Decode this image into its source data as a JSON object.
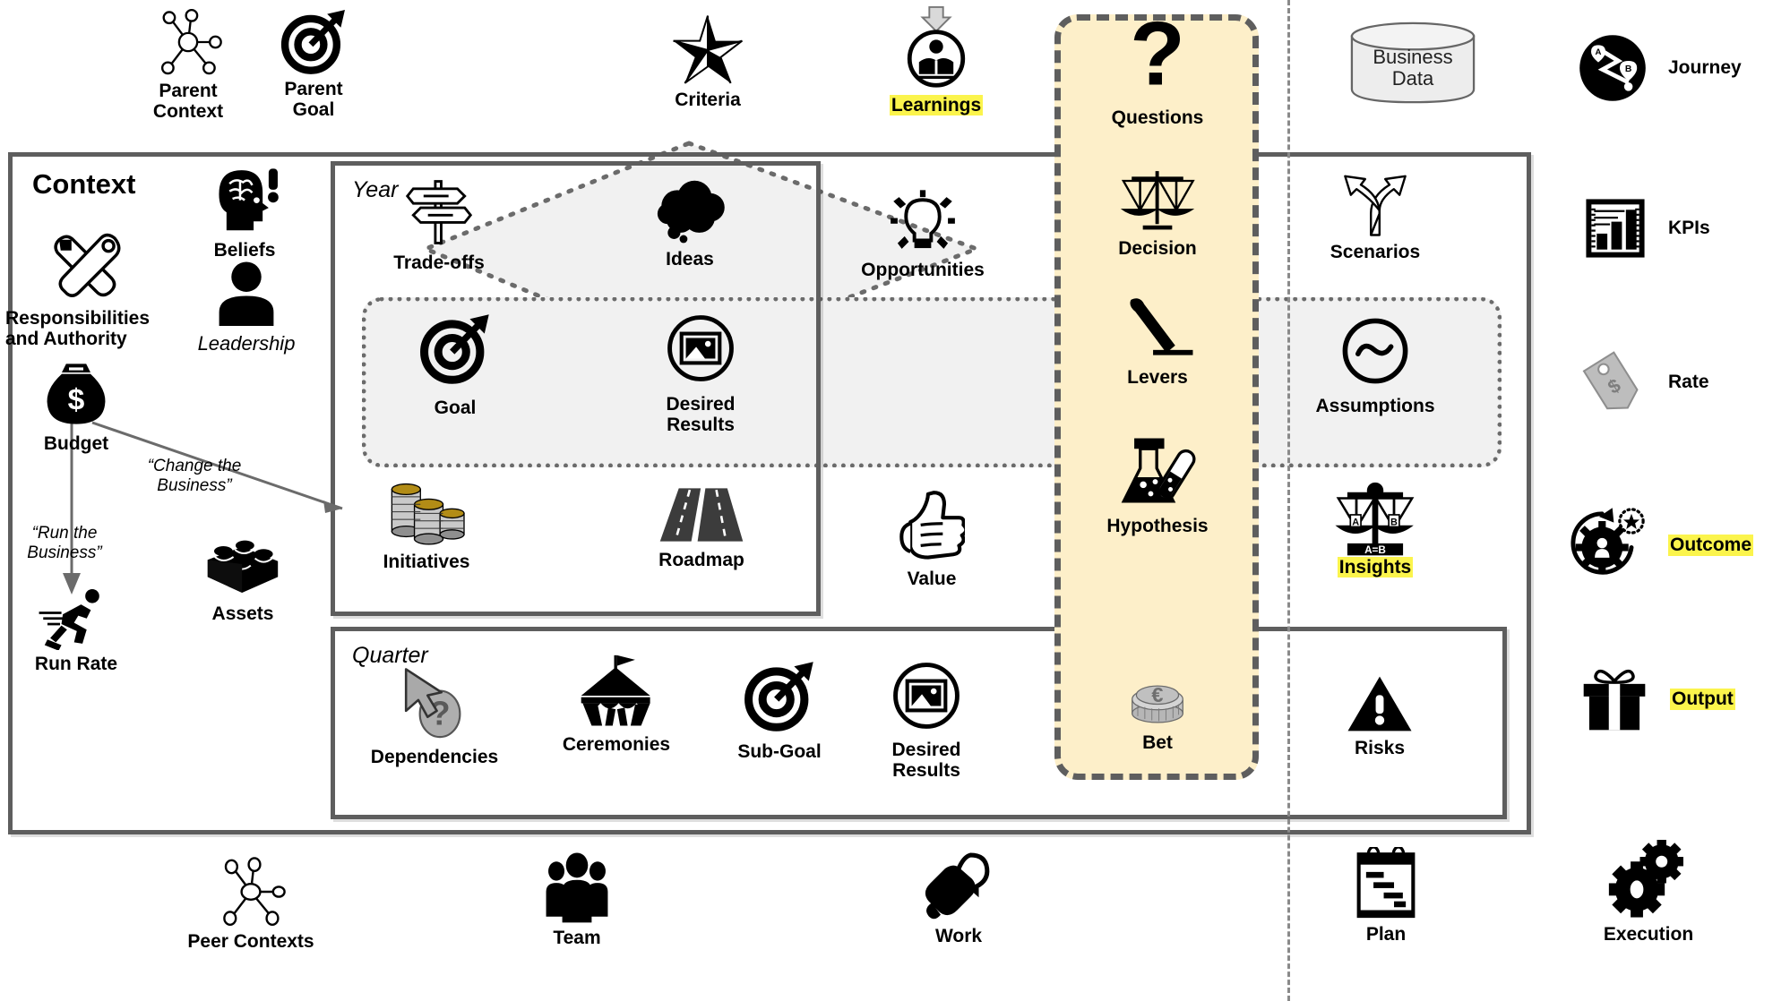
{
  "title": "Business Operating Model Concept Map",
  "colors": {
    "highlight": "#fbf44c",
    "yellow_column_fill": "#fdefc9",
    "yellow_column_border": "#5e5e5e",
    "frame_border": "#5e5e5e",
    "band_fill": "#f1f1f1",
    "band_border": "#6b6b6b",
    "divider": "#8a8a8a",
    "ink": "#000000"
  },
  "top_row": [
    {
      "id": "parent-context",
      "label": "Parent\nContext",
      "icon": "network-nodes-icon"
    },
    {
      "id": "parent-goal",
      "label": "Parent\nGoal",
      "icon": "target-arrow-icon"
    },
    {
      "id": "criteria",
      "label": "Criteria",
      "icon": "star-icon"
    },
    {
      "id": "learnings",
      "label": "Learnings",
      "icon": "person-reading-book-circle-icon",
      "highlight": true
    },
    {
      "id": "business-data",
      "label": "Business\nData",
      "icon": "database-cylinder-icon"
    }
  ],
  "main_frame": {
    "label": "Context"
  },
  "context_items": [
    {
      "id": "responsibilities",
      "label": "Responsibilities\nand Authority",
      "icon": "wrench-screwdriver-icon"
    },
    {
      "id": "beliefs",
      "label": "Beliefs",
      "icon": "head-brain-exclamation-icon"
    },
    {
      "id": "leadership",
      "label": "Leadership",
      "icon": "person-avatar-icon",
      "italic": true
    },
    {
      "id": "budget",
      "label": "Budget",
      "icon": "money-bag-icon"
    },
    {
      "id": "run-rate",
      "label": "Run Rate",
      "icon": "running-person-icon"
    },
    {
      "id": "assets",
      "label": "Assets",
      "icon": "lego-brick-icon"
    }
  ],
  "annotations": [
    {
      "id": "change-the-business",
      "text": "“Change the\nBusiness”"
    },
    {
      "id": "run-the-business",
      "text": "“Run the\nBusiness”"
    }
  ],
  "year_box": {
    "label": "Year"
  },
  "year_items": [
    {
      "id": "trade-offs",
      "label": "Trade-offs",
      "icon": "signpost-icon"
    },
    {
      "id": "ideas",
      "label": "Ideas",
      "icon": "thought-cloud-icon"
    },
    {
      "id": "goal",
      "label": "Goal",
      "icon": "target-arrow-icon"
    },
    {
      "id": "desired-results",
      "label": "Desired\nResults",
      "icon": "picture-frame-circle-icon"
    },
    {
      "id": "initiatives",
      "label": "Initiatives",
      "icon": "coin-stacks-icon"
    },
    {
      "id": "roadmap",
      "label": "Roadmap",
      "icon": "road-icon"
    }
  ],
  "quarter_box": {
    "label": "Quarter"
  },
  "quarter_items": [
    {
      "id": "dependencies",
      "label": "Dependencies",
      "icon": "cursor-question-icon"
    },
    {
      "id": "ceremonies",
      "label": "Ceremonies",
      "icon": "circus-tent-icon"
    },
    {
      "id": "sub-goal",
      "label": "Sub-Goal",
      "icon": "target-arrow-icon"
    },
    {
      "id": "desired-results-quarter",
      "label": "Desired\nResults",
      "icon": "picture-frame-circle-icon"
    }
  ],
  "middle_items": [
    {
      "id": "opportunities",
      "label": "Opportunities",
      "icon": "lightbulb-icon"
    },
    {
      "id": "value",
      "label": "Value",
      "icon": "thumbs-up-icon"
    }
  ],
  "yellow_column_items": [
    {
      "id": "questions",
      "label": "Questions",
      "icon": "question-mark-icon"
    },
    {
      "id": "decision",
      "label": "Decision",
      "icon": "balance-scale-icon"
    },
    {
      "id": "levers",
      "label": "Levers",
      "icon": "lever-icon"
    },
    {
      "id": "hypothesis",
      "label": "Hypothesis",
      "icon": "flask-test-tube-icon"
    },
    {
      "id": "bet",
      "label": "Bet",
      "icon": "euro-coin-stack-icon"
    }
  ],
  "right_inner_items": [
    {
      "id": "scenarios",
      "label": "Scenarios",
      "icon": "fork-arrows-icon"
    },
    {
      "id": "assumptions",
      "label": "Assumptions",
      "icon": "tilde-circle-icon"
    },
    {
      "id": "insights",
      "label": "Insights",
      "icon": "balance-scale-ab-icon",
      "highlight": true
    },
    {
      "id": "risks",
      "label": "Risks",
      "icon": "warning-triangle-icon"
    }
  ],
  "right_legend": [
    {
      "id": "journey",
      "label": "Journey",
      "icon": "journey-map-circle-icon"
    },
    {
      "id": "kpis",
      "label": "KPIs",
      "icon": "bar-chart-icon"
    },
    {
      "id": "rate",
      "label": "Rate",
      "icon": "price-tag-icon"
    },
    {
      "id": "outcome",
      "label": "Outcome",
      "icon": "gear-star-icon",
      "highlight": true
    },
    {
      "id": "output",
      "label": "Output",
      "icon": "gift-box-icon",
      "highlight": true
    }
  ],
  "bottom_row": [
    {
      "id": "peer-contexts",
      "label": "Peer Contexts",
      "icon": "network-nodes-icon"
    },
    {
      "id": "team",
      "label": "Team",
      "icon": "people-group-icon"
    },
    {
      "id": "work",
      "label": "Work",
      "icon": "plug-wrench-icon"
    },
    {
      "id": "plan",
      "label": "Plan",
      "icon": "gantt-clipboard-icon"
    },
    {
      "id": "execution",
      "label": "Execution",
      "icon": "gears-icon"
    }
  ]
}
